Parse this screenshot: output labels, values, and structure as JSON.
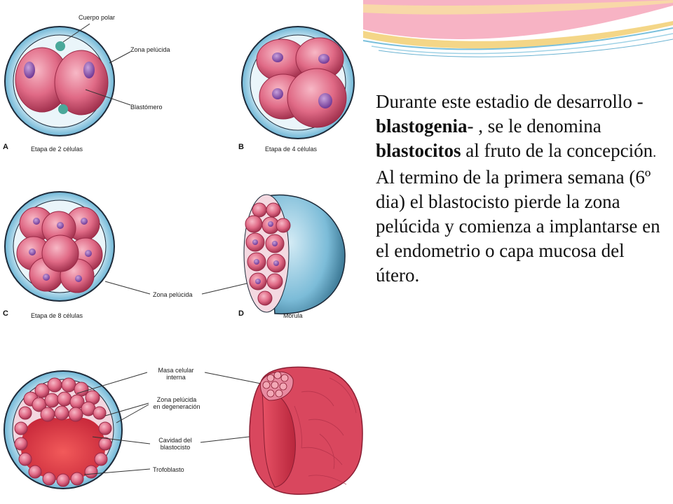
{
  "diagram": {
    "stage_a": {
      "letter": "A",
      "caption": "Etapa de 2 células",
      "label_polar": "Cuerpo polar",
      "label_zona": "Zona pelúcida",
      "label_blasto": "Blastómero"
    },
    "stage_b": {
      "letter": "B",
      "caption": "Etapa de 4 células"
    },
    "stage_c": {
      "letter": "C",
      "caption": "Etapa de 8 células",
      "label_zona": "Zona pelúcida"
    },
    "stage_d": {
      "letter": "D",
      "caption": "Mórula"
    },
    "stage_e": {
      "label_masa": [
        "Masa celular",
        "interna"
      ],
      "label_zona_deg": [
        "Zona pelúcida",
        "en degeneración"
      ],
      "label_cavidad": [
        "Cavidad del",
        "blastocisto"
      ],
      "label_trofo": "Trofoblasto"
    }
  },
  "text": {
    "p1_part1": "Durante este estadio de desarrollo -",
    "p1_bold1": "blastogenia",
    "p1_part2": "- , se  le denomina ",
    "p1_bold2": "blastocitos",
    "p1_part3": " al  fruto de la concepción",
    "p1_end": ".",
    "p2": "Al termino de la primera semana (6º dia) el blastocisto pierde la zona pelúcida y comienza a implantarse  en el endometrio o capa mucosa del útero."
  },
  "colors": {
    "cell_fill": "#e06a86",
    "cell_edge": "#9a2a47",
    "nucleus": "#8a4fa6",
    "zona": "#7ec3df",
    "zona_edge": "#1e2b3a",
    "cavity": "#e43d48",
    "wave_pink": "#f4a0b8",
    "wave_blue": "#9fd2e6",
    "wave_gold": "#f3d27a"
  }
}
